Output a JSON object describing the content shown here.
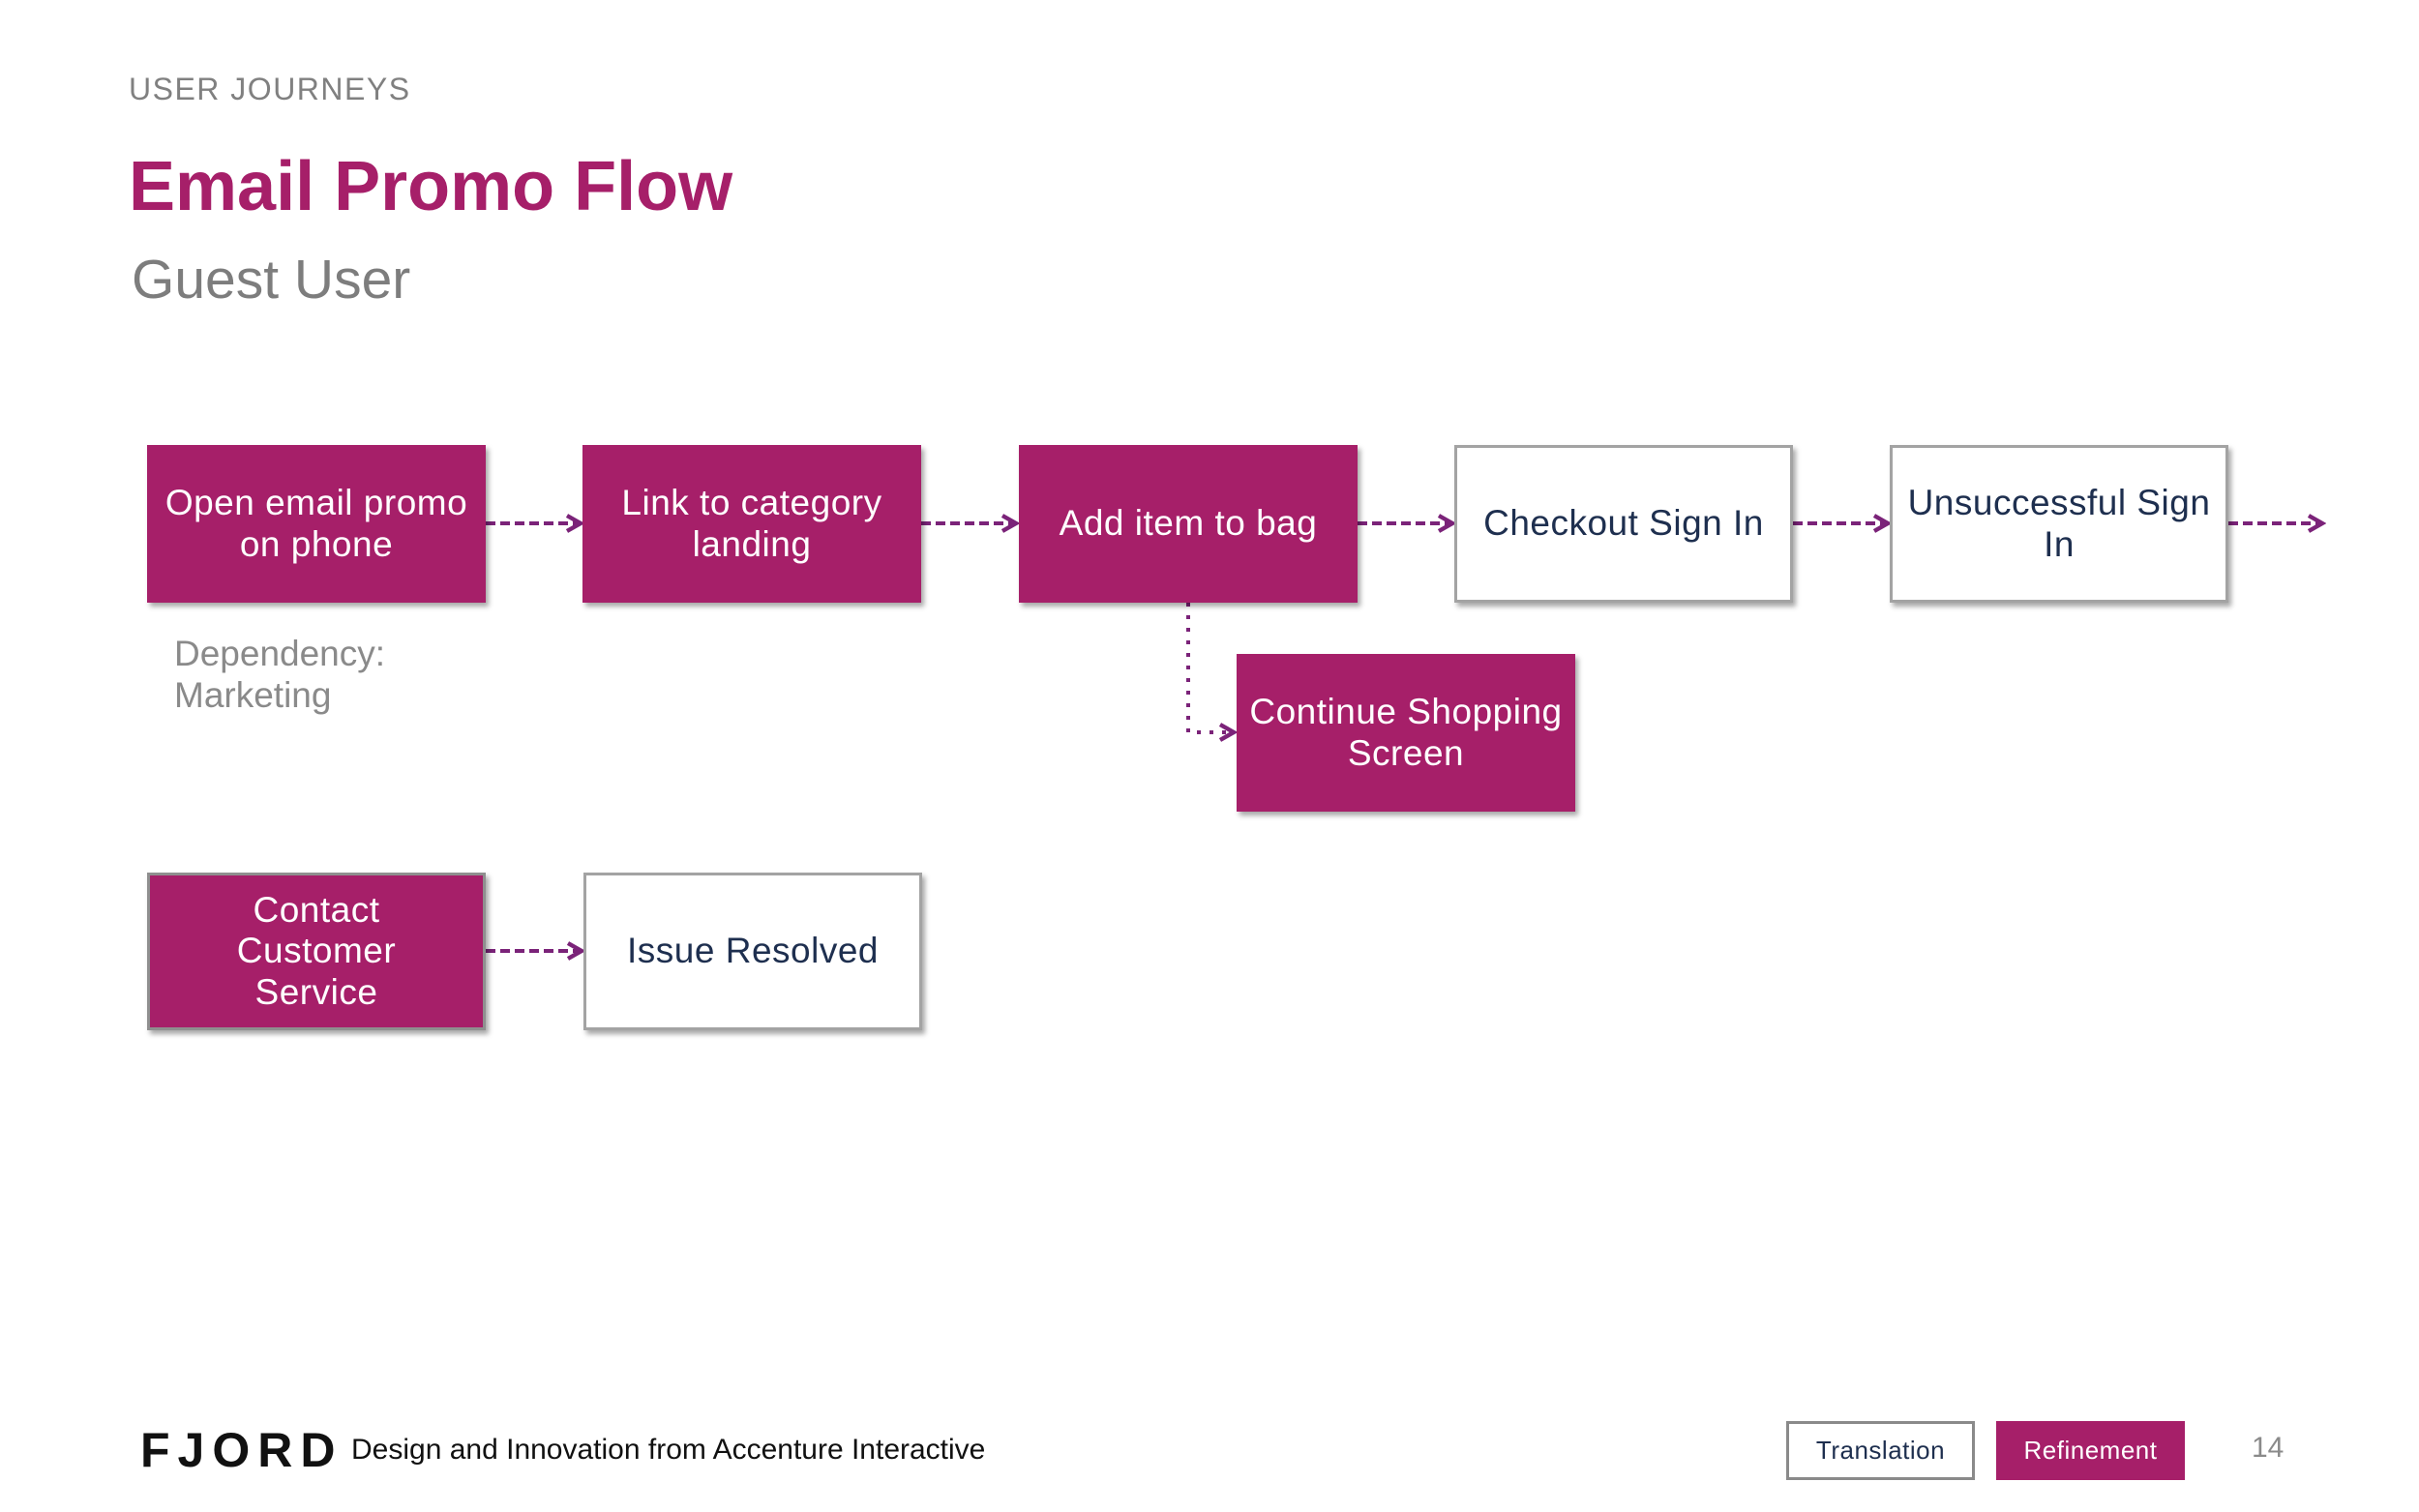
{
  "header": {
    "eyebrow": "USER JOURNEYS",
    "title": "Email Promo Flow",
    "subtitle": "Guest User"
  },
  "diagram": {
    "nodes": [
      {
        "id": "open-email",
        "label": "Open email promo on phone",
        "style": "filled"
      },
      {
        "id": "link-category",
        "label": "Link to category landing",
        "style": "filled"
      },
      {
        "id": "add-item",
        "label": "Add item to bag",
        "style": "filled"
      },
      {
        "id": "checkout-sign-in",
        "label": "Checkout Sign In",
        "style": "outline"
      },
      {
        "id": "unsuccessful-sign-in",
        "label": "Unsuccessful Sign In",
        "style": "outline"
      },
      {
        "id": "continue-shopping",
        "label": "Continue Shopping Screen",
        "style": "filled"
      },
      {
        "id": "contact-customer-service",
        "label": "Contact Customer Service",
        "style": "filled"
      },
      {
        "id": "issue-resolved",
        "label": "Issue Resolved",
        "style": "outline"
      }
    ],
    "edges": [
      {
        "from": "open-email",
        "to": "link-category",
        "style": "dashed"
      },
      {
        "from": "link-category",
        "to": "add-item",
        "style": "dashed"
      },
      {
        "from": "add-item",
        "to": "checkout-sign-in",
        "style": "dashed"
      },
      {
        "from": "checkout-sign-in",
        "to": "unsuccessful-sign-in",
        "style": "dashed"
      },
      {
        "from": "unsuccessful-sign-in",
        "to": "",
        "style": "dashed"
      },
      {
        "from": "add-item",
        "to": "continue-shopping",
        "style": "dotted"
      },
      {
        "from": "contact-customer-service",
        "to": "issue-resolved",
        "style": "dashed"
      }
    ],
    "note": "Dependency: Marketing"
  },
  "footer": {
    "logo": "FJORD",
    "tagline": "Design and Innovation from Accenture Interactive",
    "tags": [
      "Translation",
      "Refinement"
    ],
    "page_number": "14"
  },
  "colors": {
    "accent": "#a61f69",
    "arrow": "#7b2379",
    "outline_text": "#1e2f4f",
    "muted": "#808080"
  }
}
